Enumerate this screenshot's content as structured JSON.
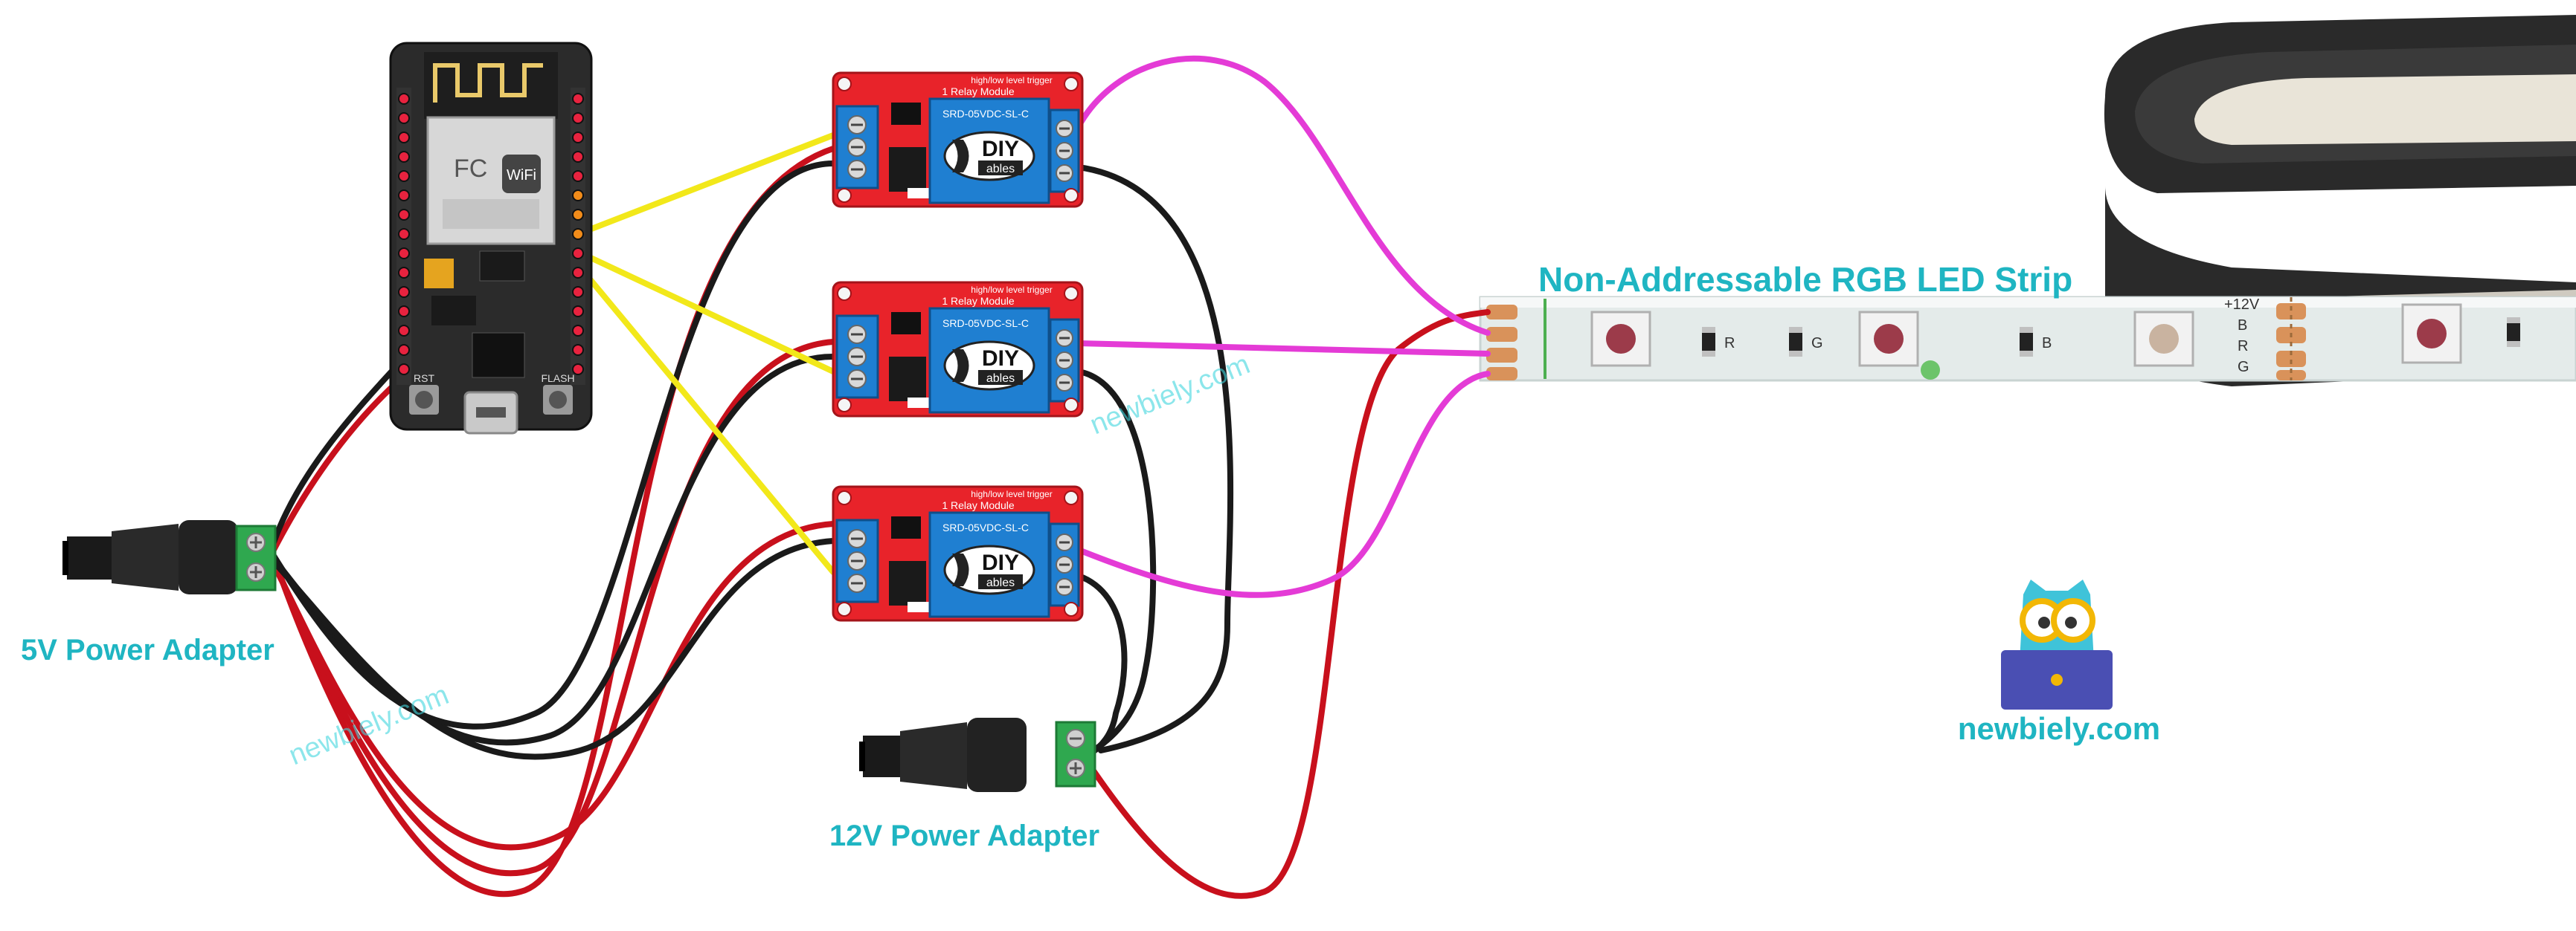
{
  "labels": {
    "led_strip_title": "Non-Addressable RGB LED Strip",
    "power_5v": "5V Power Adapter",
    "power_12v": "12V Power Adapter",
    "brand_logo_text": "newbiely.com",
    "watermark": "newbiely.com"
  },
  "esp_board": {
    "wifi_mark": "WiFi",
    "fc_mark": "FC",
    "button_left": "RST",
    "button_right": "FLASH"
  },
  "relay": {
    "header_text": "1 Relay Module",
    "trigger_text": "high/low level trigger",
    "coil_text": "SRD-05VDC-SL-C",
    "logo_top": "DIY",
    "logo_bottom": "ables"
  },
  "led_strip": {
    "pad_labels": [
      "+12V",
      "B",
      "R",
      "G"
    ],
    "segment_resistor_labels": [
      "R",
      "G",
      "B"
    ]
  },
  "colors": {
    "label_teal": "#1fb5c2",
    "relay_red": "#e8232a",
    "relay_blue": "#1f7fd1",
    "wire_red": "#c8101c",
    "wire_black": "#1a1a1a",
    "wire_yellow": "#f2e81a",
    "wire_magenta": "#e43bd6",
    "terminal_green": "#2fa84f"
  },
  "icons": [
    "dc-jack-icon",
    "owl-logo-icon",
    "wifi-antenna-icon"
  ]
}
